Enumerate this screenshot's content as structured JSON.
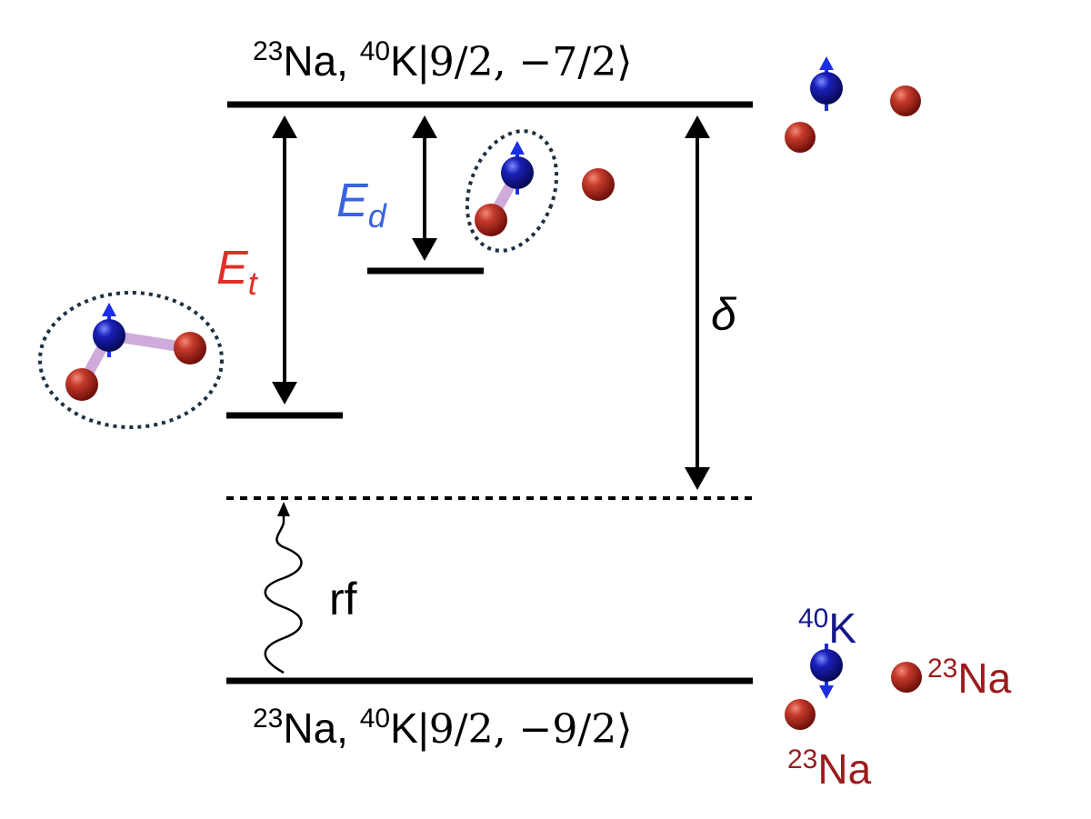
{
  "diagram": {
    "upper_level_label": {
      "na_sup": "23",
      "na": "Na, ",
      "k_sup": "40",
      "k": "K|",
      "ket": "9/2, −7/2⟩"
    },
    "lower_level_label": {
      "na_sup": "23",
      "na": "Na, ",
      "k_sup": "40",
      "k": "K|",
      "ket": "9/2, −9/2⟩"
    },
    "energy_labels": {
      "dimer_main": "E",
      "dimer_sub": "d",
      "trimer_main": "E",
      "trimer_sub": "t",
      "detuning": "δ",
      "rf": "rf"
    },
    "atom_labels": {
      "k_sup": "40",
      "k": "K",
      "na1_sup": "23",
      "na1": "Na",
      "na2_sup": "23",
      "na2": "Na"
    },
    "colors": {
      "potassium": "#0c0c9a",
      "sodium": "#a11a1a",
      "spin_arrow": "#1a2ee6",
      "bond": "#c9a3d6",
      "trimer_label": "#e0302a",
      "dimer_label": "#3a63e0",
      "atom_label_k": "#15188a",
      "atom_label_na": "#9c1b1b",
      "line": "#000000",
      "dashed_ellipse": "#1e3040"
    }
  }
}
